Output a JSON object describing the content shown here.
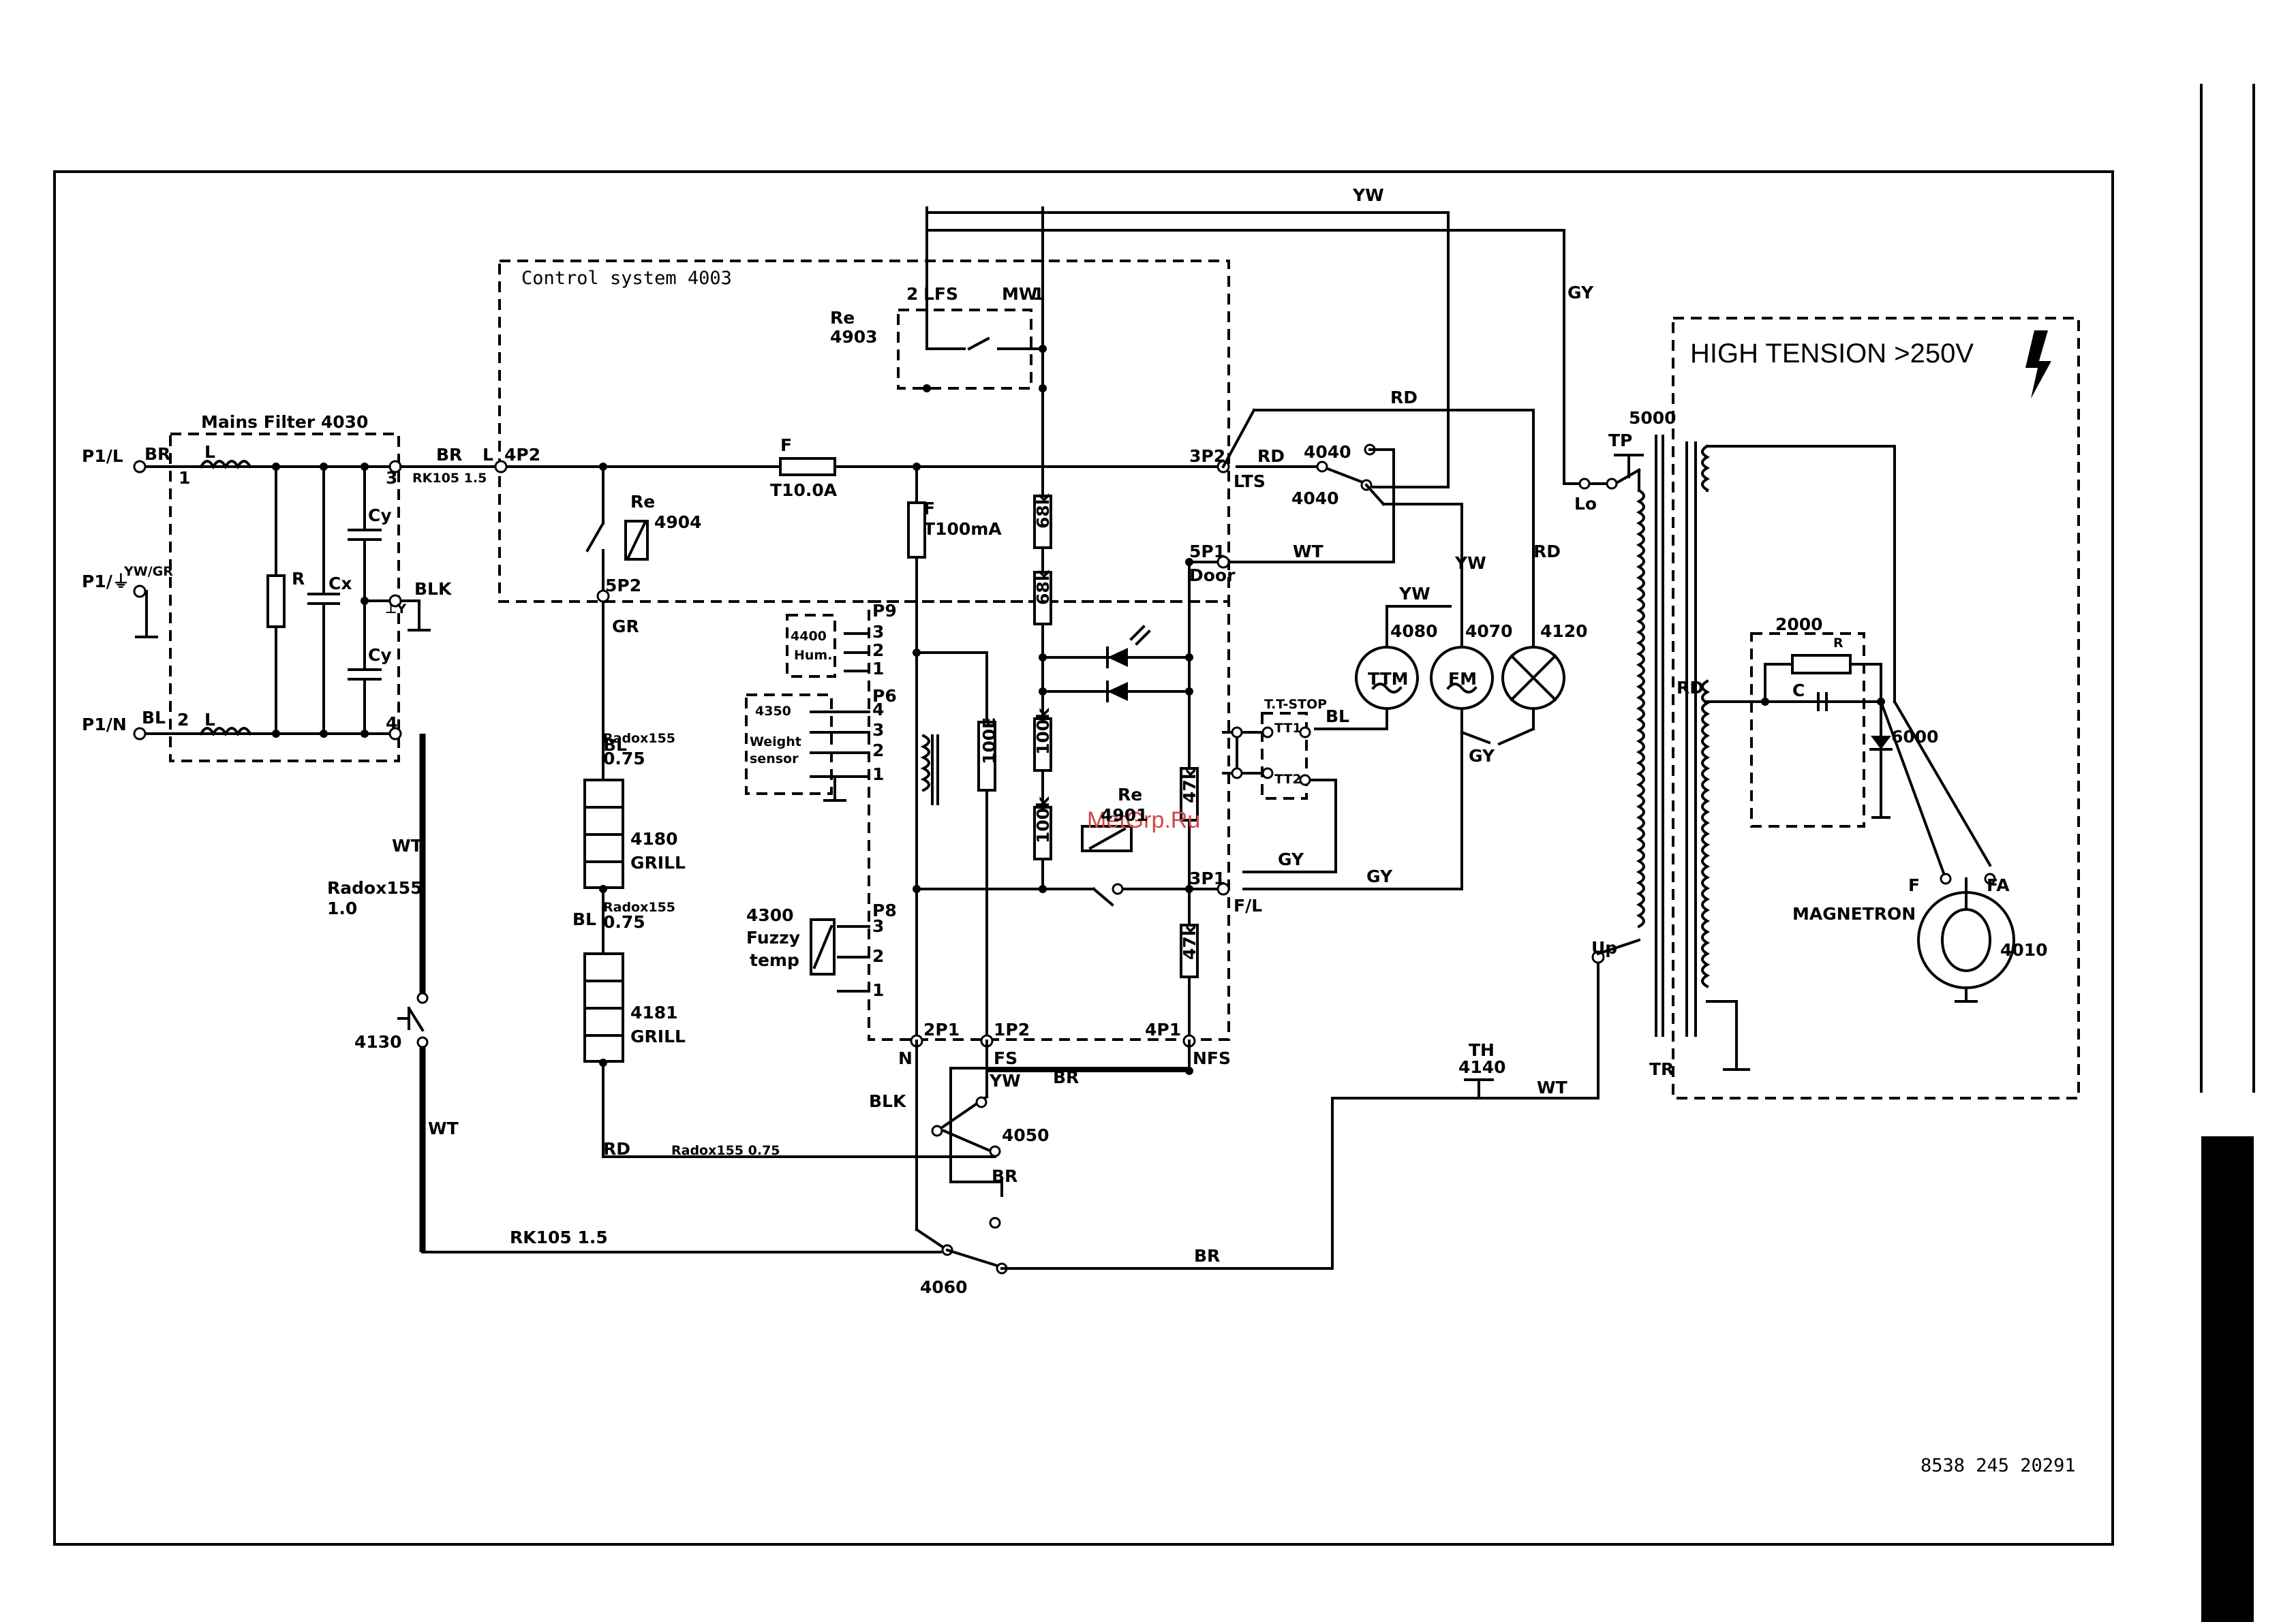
{
  "title": {
    "control": "Control system 4003",
    "high_tension": "HIGH TENSION >250V",
    "mains_filter": "Mains Filter 4030"
  },
  "doc_number": "8538 245 20291",
  "watermark": "MetGrp.Ru",
  "mains": {
    "l_in": "P1/L",
    "earth": "P1/⏚",
    "n_in": "P1/N",
    "br": "BR",
    "bl": "BL",
    "ywgr": "YW/GR",
    "pin1": "1",
    "pin2": "2",
    "pin3": "3",
    "pin4": "4",
    "l": "L",
    "r": "R",
    "cx": "Cx",
    "cy": "Cy",
    "blk": "BLK",
    "ly": "⊥Y",
    "rk": "RK105 1.5"
  },
  "control": {
    "br": "BR",
    "l": "L",
    "p4p2": "4P2",
    "p5p2": "5P2",
    "gr": "GR",
    "re4904": "Re",
    "n4904": "4904",
    "re4903": "Re",
    "n4903": "4903",
    "lfs": "LFS",
    "mw": "MW",
    "two": "2",
    "one": "1",
    "f_main": "F",
    "t10": "T10.0A",
    "f100": "F",
    "t100": "T100mA",
    "p3p2": "3P2",
    "lts": "LTS",
    "p5p1": "5P1",
    "door": "Door",
    "p3p1": "3P1",
    "fl": "F/L",
    "p2p1": "2P1",
    "p1p2": "1P2",
    "p4p1": "4P1",
    "n": "N",
    "fs": "FS",
    "nfs": "NFS",
    "r68a": "68k",
    "r68b": "68k",
    "r100e": "100E",
    "r100ka": "100k",
    "r100kb": "100k",
    "r47a": "47k",
    "r47b": "47k",
    "re4901": "Re",
    "n4901": "4901"
  },
  "sensors": {
    "p9": "P9",
    "p6": "P6",
    "p8": "P8",
    "hum": "4400 Hum.",
    "hum_a": "4400",
    "hum_b": "Hum.",
    "ws_a": "4350",
    "ws_b": "Weight",
    "ws_c": "sensor",
    "fz_a": "4300",
    "fz_b": "Fuzzy",
    "fz_c": "temp",
    "n1": "1",
    "n2": "2",
    "n3": "3",
    "n4": "4"
  },
  "wires": {
    "yw": "YW",
    "gy": "GY",
    "rd": "RD",
    "wt": "WT",
    "bl": "BL",
    "br": "BR",
    "blk": "BLK",
    "radox_grill": "Radox155",
    "r075": "0.75",
    "radox_big": "Radox155",
    "r10": "1.0",
    "radox_rd": "Radox155 0.75",
    "rk_bottom": "RK105 1.5"
  },
  "components": {
    "c4040": "4040",
    "c4080": "4080",
    "c4070": "4070",
    "c4120": "4120",
    "ttm": "TTM",
    "fm": "FM",
    "ttstop": "T.T-STOP",
    "tt1": "TT1",
    "tt2": "TT2",
    "c4180": "4180",
    "c4181": "4181",
    "grill": "GRILL",
    "c4130": "4130",
    "c4050": "4050",
    "c4060": "4060",
    "th": "TH",
    "c4140": "4140",
    "tp": "TP",
    "lo": "Lo",
    "up": "Up",
    "tr": "TR",
    "c5000": "5000",
    "c2000": "2000",
    "c6000": "6000",
    "magnetron": "MAGNETRON",
    "c4010": "4010",
    "f": "F",
    "fa": "FA",
    "r": "R",
    "c": "C",
    "rd": "RD"
  }
}
